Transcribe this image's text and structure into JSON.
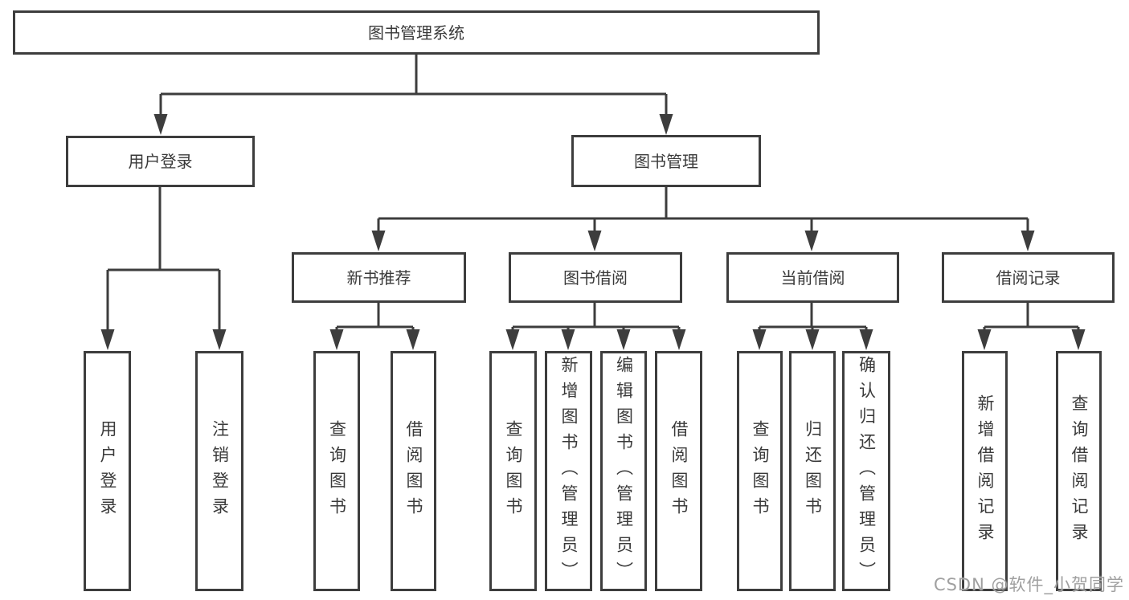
{
  "diagram": {
    "title": "图书管理系统",
    "branches": [
      {
        "label": "用户登录",
        "children": [
          {
            "label": "用户登录"
          },
          {
            "label": "注销登录"
          }
        ]
      },
      {
        "label": "图书管理",
        "children": [
          {
            "label": "新书推荐",
            "children": [
              {
                "label": "查询图书"
              },
              {
                "label": "借阅图书"
              }
            ]
          },
          {
            "label": "图书借阅",
            "children": [
              {
                "label": "查询图书"
              },
              {
                "label": "新增图书（管理员）"
              },
              {
                "label": "编辑图书（管理员）"
              },
              {
                "label": "借阅图书"
              }
            ]
          },
          {
            "label": "当前借阅",
            "children": [
              {
                "label": "查询图书"
              },
              {
                "label": "归还图书"
              },
              {
                "label": "确认归还（管理员）"
              }
            ]
          },
          {
            "label": "借阅记录",
            "children": [
              {
                "label": "新增借阅记录"
              },
              {
                "label": "查询借阅记录"
              }
            ]
          }
        ]
      }
    ]
  },
  "watermark": "CSDN @软件_小贺同学",
  "colors": {
    "line": "#3d3d3d",
    "text": "#3a3a3a",
    "background": "#ffffff",
    "watermark": "#a0a0a0"
  }
}
